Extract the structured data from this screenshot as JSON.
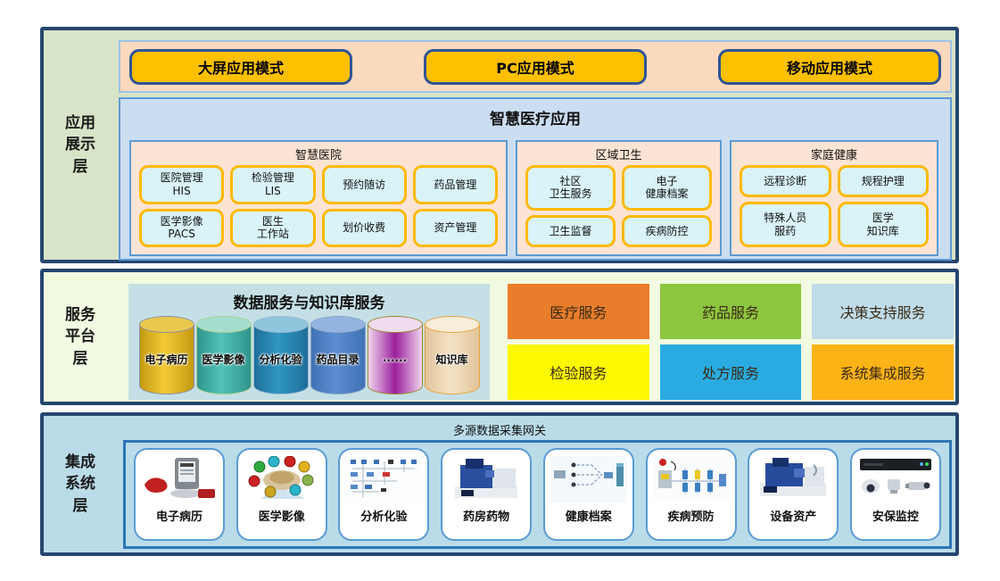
{
  "colors": {
    "layer_border": "#25476F",
    "app_layer_bg": "#D7E4C7",
    "service_layer_bg": "#F2FAE1",
    "integration_layer_bg": "#B9DCE8",
    "mode_strip_bg": "#FBD9BD",
    "mode_button_bg": "#FFC000",
    "mode_button_border": "#2F5496",
    "app_box_bg": "#CBDDF1",
    "section_bg": "#FCE4D4",
    "section_border": "#5B9BD5",
    "item_bg": "#D9F3F8",
    "item_border": "#FFB900",
    "data_box_bg": "#C4E0E6",
    "gateway_border": "#2E75B6"
  },
  "app_layer": {
    "label": "应用展示层",
    "label_lines": "应用\n展示\n层",
    "modes": [
      "大屏应用模式",
      "PC应用模式",
      "移动应用模式"
    ],
    "app_box": {
      "title": "智慧医疗应用",
      "sections": [
        {
          "title": "智慧医院",
          "items": [
            "医院管理\nHIS",
            "检验管理\nLIS",
            "预约随访",
            "药品管理",
            "医学影像\nPACS",
            "医生\n工作站",
            "划价收费",
            "资产管理"
          ]
        },
        {
          "title": "区域卫生",
          "items": [
            "社区\n卫生服务",
            "电子\n健康档案",
            "卫生监督",
            "疾病防控"
          ]
        },
        {
          "title": "家庭健康",
          "items": [
            "远程诊断",
            "规程护理",
            "特殊人员\n服药",
            "医学\n知识库"
          ]
        }
      ]
    }
  },
  "service_layer": {
    "label": "服务平台层",
    "label_lines": "服务\n平台\n层",
    "data_box": {
      "title": "数据服务与知识库服务",
      "cylinders": [
        {
          "label": "电子病历",
          "color": "#E3B109"
        },
        {
          "label": "医学影像",
          "color": "#3AAFA5"
        },
        {
          "label": "分析化验",
          "color": "#2487B3"
        },
        {
          "label": "药品目录",
          "color": "#4E81C4"
        },
        {
          "label": "......",
          "color": "#9C1F9C"
        },
        {
          "label": "知识库",
          "color": "#EBD3B0"
        }
      ]
    },
    "services": [
      {
        "label": "医疗服务",
        "color": "#E87D2B"
      },
      {
        "label": "药品服务",
        "color": "#8DC63F"
      },
      {
        "label": "决策支持服务",
        "color": "#BFDCEA"
      },
      {
        "label": "检验服务",
        "color": "#FCF800"
      },
      {
        "label": "处方服务",
        "color": "#29ABE2"
      },
      {
        "label": "系统集成服务",
        "color": "#FCB316"
      }
    ]
  },
  "integration_layer": {
    "label": "集成系统层",
    "label_lines": "集成\n系统\n层",
    "gateway_title": "多源数据采集网关",
    "devices": [
      {
        "label": "电子病历"
      },
      {
        "label": "医学影像"
      },
      {
        "label": "分析化验"
      },
      {
        "label": "药房药物"
      },
      {
        "label": "健康档案"
      },
      {
        "label": "疾病预防"
      },
      {
        "label": "设备资产"
      },
      {
        "label": "安保监控"
      }
    ]
  }
}
